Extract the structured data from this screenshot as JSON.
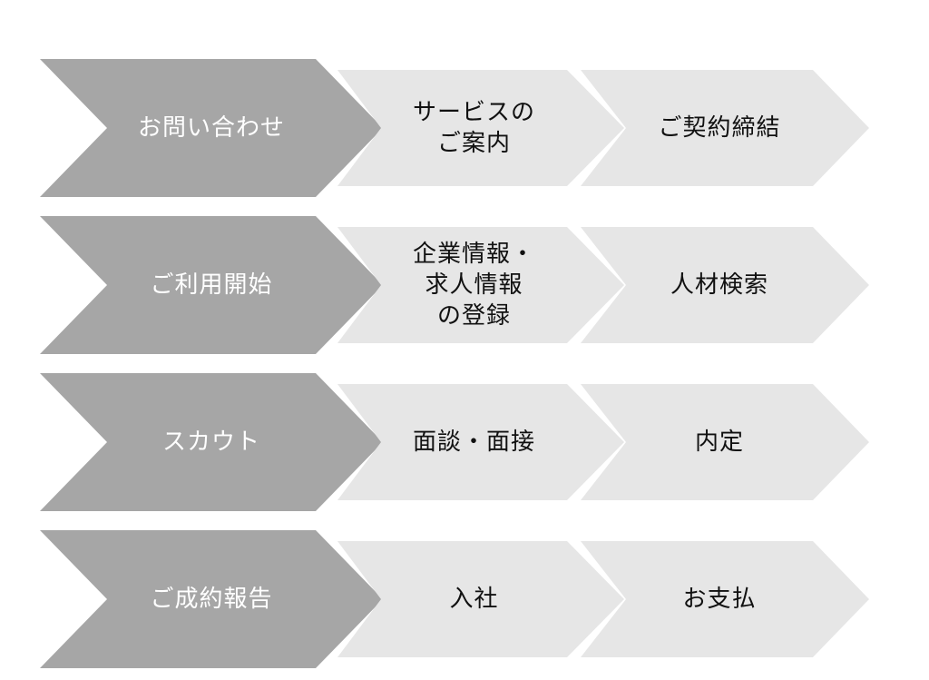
{
  "colors": {
    "primary_fill": "#a6a6a6",
    "secondary_fill": "#e6e6e6",
    "primary_text": "#ffffff",
    "secondary_text": "#111111"
  },
  "rows": [
    {
      "steps": [
        {
          "label": "お問い合わせ",
          "kind": "primary"
        },
        {
          "label": "サービスの\nご案内",
          "kind": "secondary"
        },
        {
          "label": "ご契約締結",
          "kind": "secondary"
        }
      ]
    },
    {
      "steps": [
        {
          "label": "ご利用開始",
          "kind": "primary"
        },
        {
          "label": "企業情報・\n求人情報\nの登録",
          "kind": "secondary"
        },
        {
          "label": "人材検索",
          "kind": "secondary"
        }
      ]
    },
    {
      "steps": [
        {
          "label": "スカウト",
          "kind": "primary"
        },
        {
          "label": "面談・面接",
          "kind": "secondary"
        },
        {
          "label": "内定",
          "kind": "secondary"
        }
      ]
    },
    {
      "steps": [
        {
          "label": "ご成約報告",
          "kind": "primary"
        },
        {
          "label": "入社",
          "kind": "secondary"
        },
        {
          "label": "お支払",
          "kind": "secondary"
        }
      ]
    }
  ]
}
